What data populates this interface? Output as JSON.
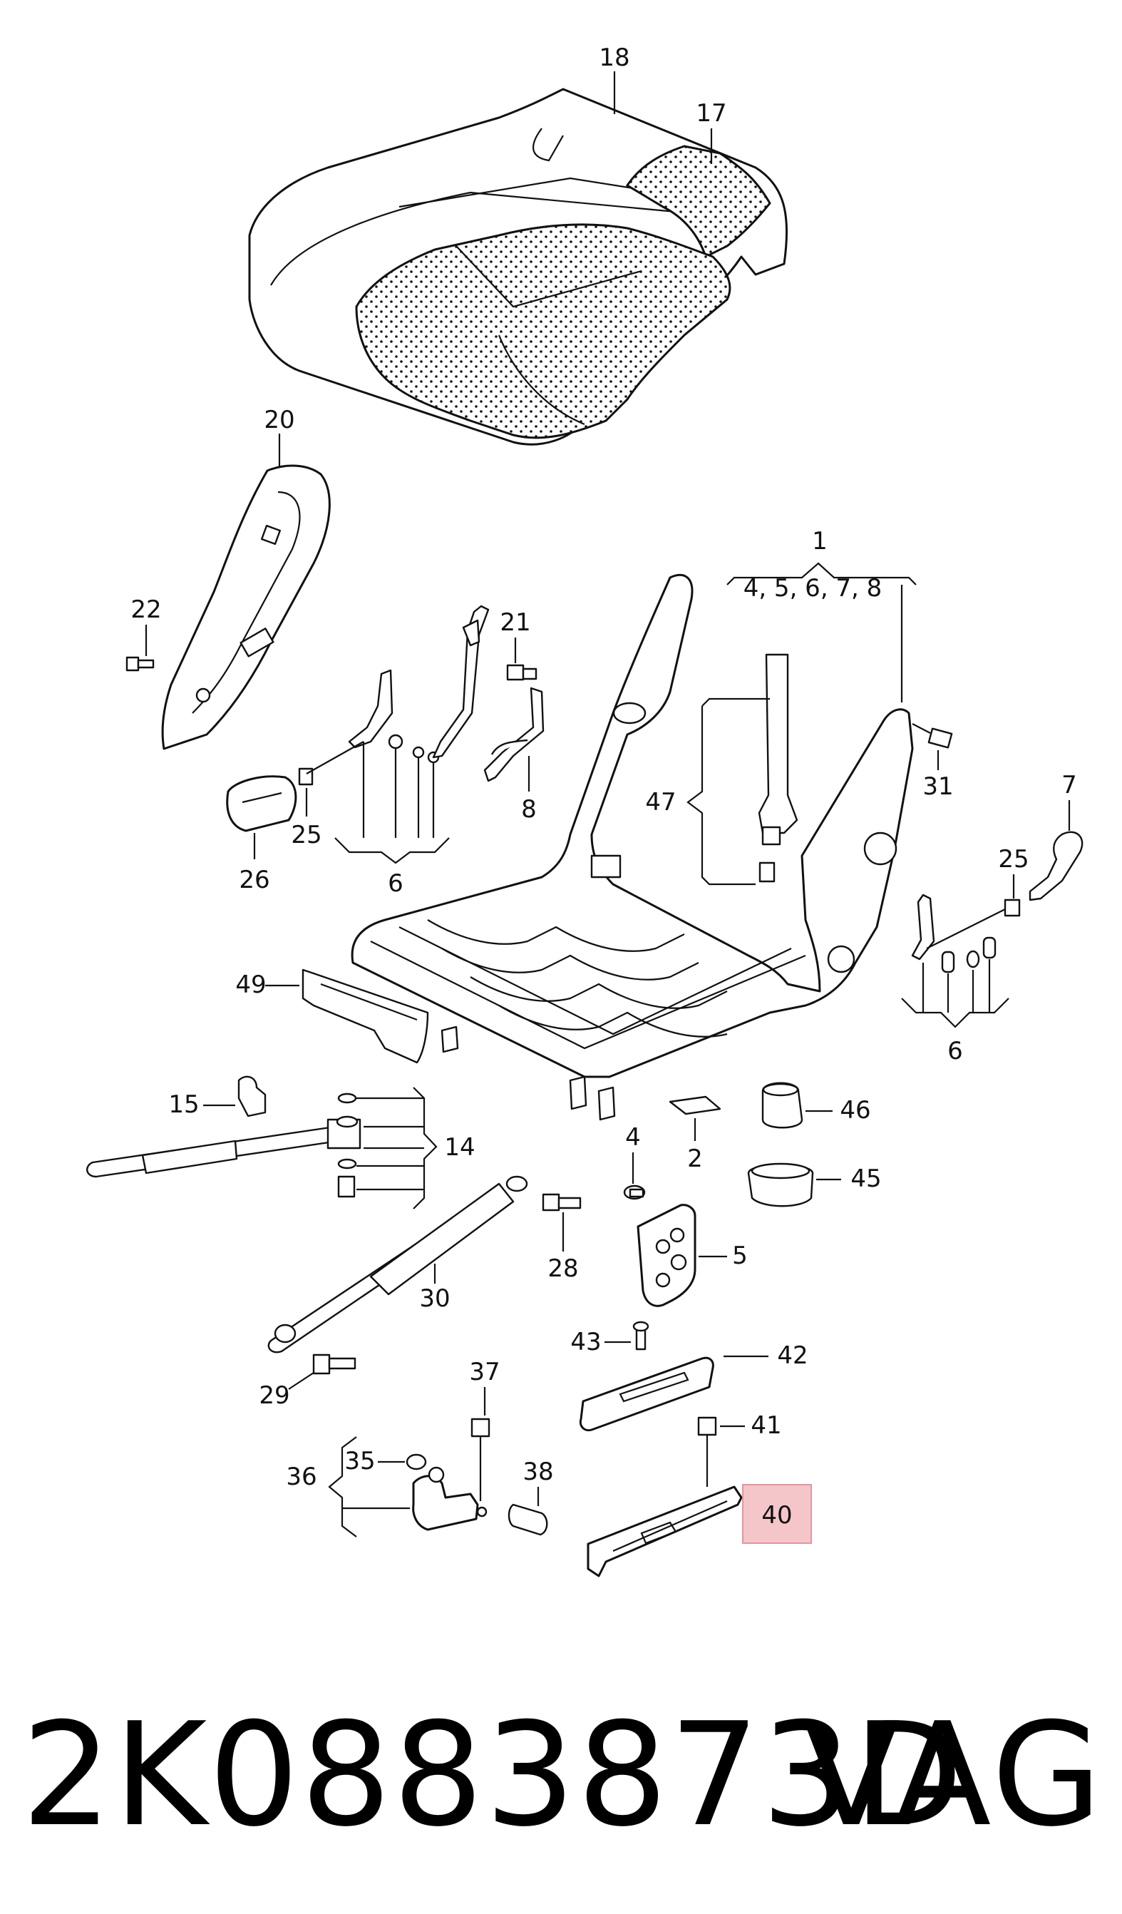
{
  "diagram": {
    "labels": {
      "l18": "18",
      "l17": "17",
      "l20": "20",
      "l1": "1",
      "l1_group": "4, 5, 6, 7, 8",
      "l22": "22",
      "l21": "21",
      "l25a": "25",
      "l26": "26",
      "l6a": "6",
      "l8": "8",
      "l47": "47",
      "l31": "31",
      "l7": "7",
      "l25b": "25",
      "l6b": "6",
      "l49": "49",
      "l15": "15",
      "l14": "14",
      "l4": "4",
      "l2": "2",
      "l46": "46",
      "l45": "45",
      "l28": "28",
      "l5": "5",
      "l30": "30",
      "l43": "43",
      "l42": "42",
      "l29": "29",
      "l37": "37",
      "l41": "41",
      "l36": "36",
      "l35": "35",
      "l38": "38",
      "l40": "40"
    },
    "highlight_color": "#f2b8be",
    "highlight_stroke": "#e07a85"
  },
  "footer": {
    "part_number": "2K0883873D",
    "brand": "VAG"
  }
}
